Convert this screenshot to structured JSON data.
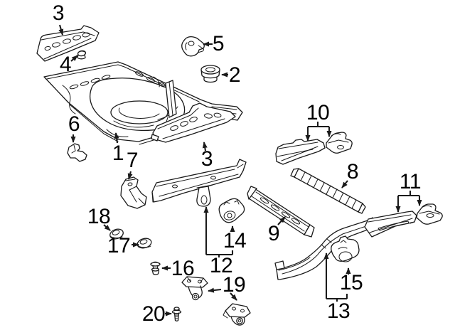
{
  "colors": {
    "background": "#ffffff",
    "line": "#1a1a1a",
    "label": "#000000"
  },
  "diagram_kind": "exploded-parts-diagram",
  "callouts": [
    {
      "id": "crossmember-panel-upper",
      "label": "3"
    },
    {
      "id": "clip-fastener",
      "label": "4"
    },
    {
      "id": "hook-bracket",
      "label": "5"
    },
    {
      "id": "floor-plug",
      "label": "2"
    },
    {
      "id": "rear-floor-pan",
      "label": "1"
    },
    {
      "id": "small-bracket",
      "label": "6"
    },
    {
      "id": "corner-bracket",
      "label": "7"
    },
    {
      "id": "crossmember-panel-lower",
      "label": "3"
    },
    {
      "id": "rail-and-bracket-pair",
      "label": "10"
    },
    {
      "id": "rear-crossmember",
      "label": "8"
    },
    {
      "id": "center-crossmember",
      "label": "9"
    },
    {
      "id": "sill-rail-pair",
      "label": "11"
    },
    {
      "id": "side-member-left",
      "label": "12"
    },
    {
      "id": "support-bracket-left",
      "label": "14"
    },
    {
      "id": "side-member-right",
      "label": "13"
    },
    {
      "id": "support-bracket-right",
      "label": "15"
    },
    {
      "id": "push-pin",
      "label": "16"
    },
    {
      "id": "oval-clip-front",
      "label": "17"
    },
    {
      "id": "oval-clip-rear",
      "label": "18"
    },
    {
      "id": "gusset-bracket-pair",
      "label": "19"
    },
    {
      "id": "bolt-screw",
      "label": "20"
    }
  ]
}
